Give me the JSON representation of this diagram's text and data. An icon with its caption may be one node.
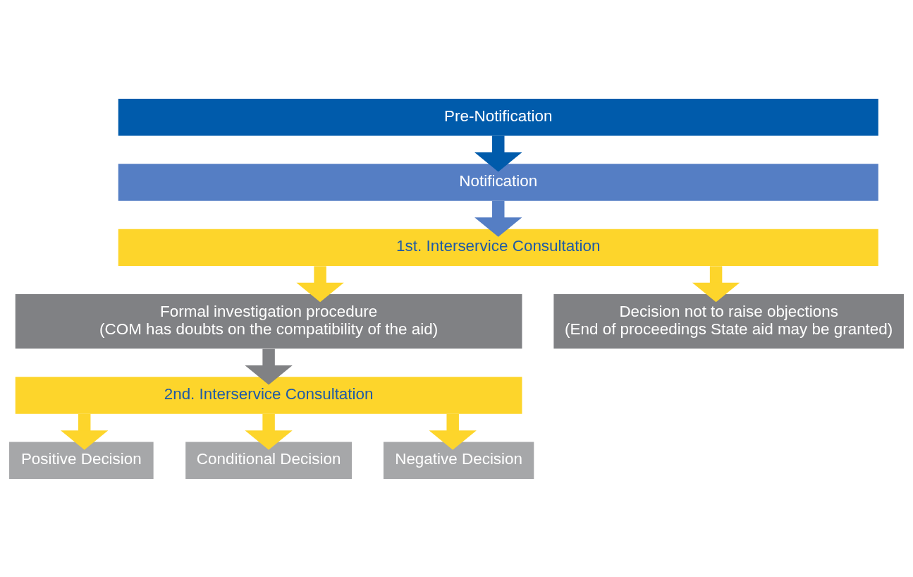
{
  "diagram": {
    "nodes": [
      {
        "text": [
          "Pre-Notification"
        ]
      },
      {
        "text": [
          "Notification"
        ]
      },
      {
        "text": [
          "1st. Interservice Consultation"
        ]
      },
      {
        "text": [
          "Formal investigation procedure",
          "(COM has doubts on the compatibility of the aid)"
        ]
      },
      {
        "text": [
          "Decision not to raise objections",
          "(End of proceedings State aid may be granted)"
        ]
      },
      {
        "text": [
          "2nd. Interservice Consultation"
        ]
      },
      {
        "text": [
          "Positive Decision"
        ]
      },
      {
        "text": [
          "Conditional Decision"
        ]
      },
      {
        "text": [
          "Negative Decision"
        ]
      }
    ],
    "edges": [
      {
        "from": 0,
        "to": 1,
        "arrow": "to",
        "color": "#005bab"
      },
      {
        "from": 1,
        "to": 2,
        "arrow": "to",
        "color": "#557ec4"
      },
      {
        "from": 2,
        "to": 3,
        "arrow": "to"
      },
      {
        "from": 2,
        "to": 4,
        "arrow": "to"
      },
      {
        "from": 3,
        "to": 5,
        "arrow": "to",
        "color": "#808184"
      },
      {
        "from": 5,
        "to": 6,
        "arrow": "to"
      },
      {
        "from": 5,
        "to": 7,
        "arrow": "to"
      },
      {
        "from": 5,
        "to": 8,
        "arrow": "to"
      }
    ]
  }
}
